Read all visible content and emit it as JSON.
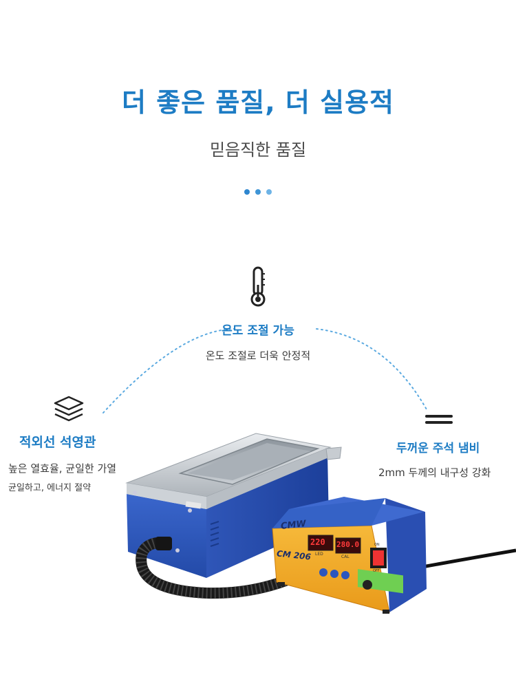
{
  "header": {
    "headline": "더 좋은 품질, 더 실용적",
    "subheadline": "믿음직한 품질"
  },
  "accent_colors": [
    "#1d7cc4",
    "#2e86cf",
    "#5aa9e0"
  ],
  "features": {
    "temperature": {
      "icon": "thermometer-icon",
      "title": "온도 조절 가능",
      "text": "온도 조절로 더욱 안정적"
    },
    "quartz": {
      "icon": "layers-icon",
      "title": "적외선 석영관",
      "text1": "높은 열효율, 균일한 가열",
      "text2": "균일하고, 에너지 절약"
    },
    "thick": {
      "icon": "plates-icon",
      "title": "두꺼운 주석 냄비",
      "text": "2mm 두께의 내구성 강화"
    }
  },
  "product": {
    "brand": "CMW",
    "model": "CM 206",
    "display_left": "220",
    "display_right": "280.0",
    "label_led": "LED",
    "label_cal": "CAL",
    "label_on": "ON",
    "label_off": "OFF"
  }
}
